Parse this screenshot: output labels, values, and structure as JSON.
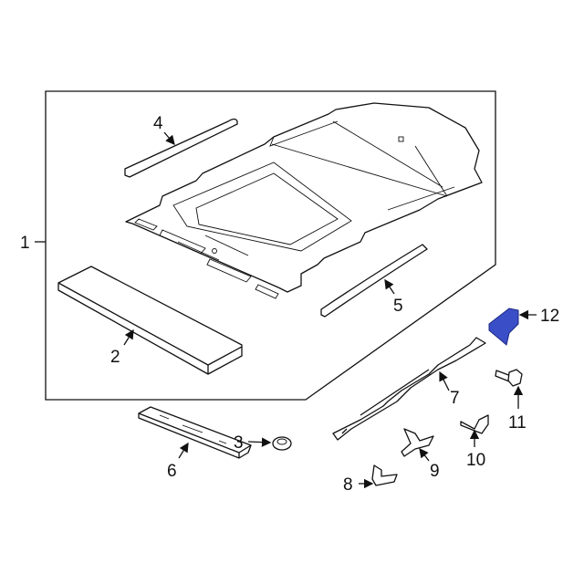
{
  "diagram": {
    "accent_color": "#3a4fc7",
    "callouts": {
      "c1": "1",
      "c2": "2",
      "c3": "3",
      "c4": "4",
      "c5": "5",
      "c6": "6",
      "c7": "7",
      "c8": "8",
      "c9": "9",
      "c10": "10",
      "c11": "11",
      "c12": "12"
    }
  }
}
